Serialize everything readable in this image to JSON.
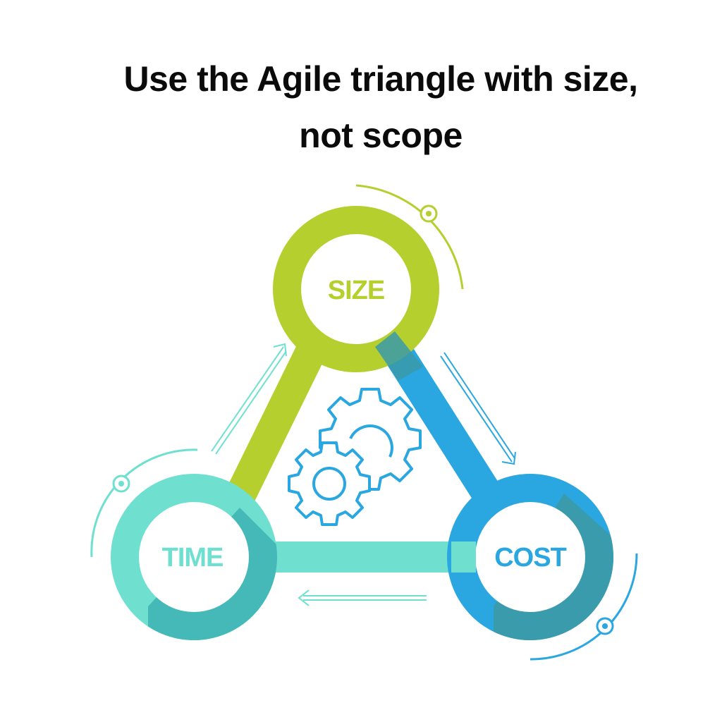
{
  "title": {
    "line1": "Use the Agile triangle with size,",
    "line2": "not scope"
  },
  "nodes": {
    "size": {
      "label": "SIZE",
      "color": "#B5CF2E"
    },
    "time": {
      "label": "TIME",
      "color": "#6FE0D0"
    },
    "cost": {
      "label": "COST",
      "color": "#2AA7E0"
    }
  },
  "colors": {
    "size_shade": "#9DB628",
    "time_shade": "#3FB5B5",
    "cost_shade": "#3A9AA8",
    "gear": "#2AA7E0",
    "arrow_time_to_size": "#6FE0D0",
    "arrow_size_to_cost": "#2AA7E0",
    "arrow_cost_to_time": "#6FE0D0"
  },
  "icons": {
    "center": "gears-icon"
  }
}
